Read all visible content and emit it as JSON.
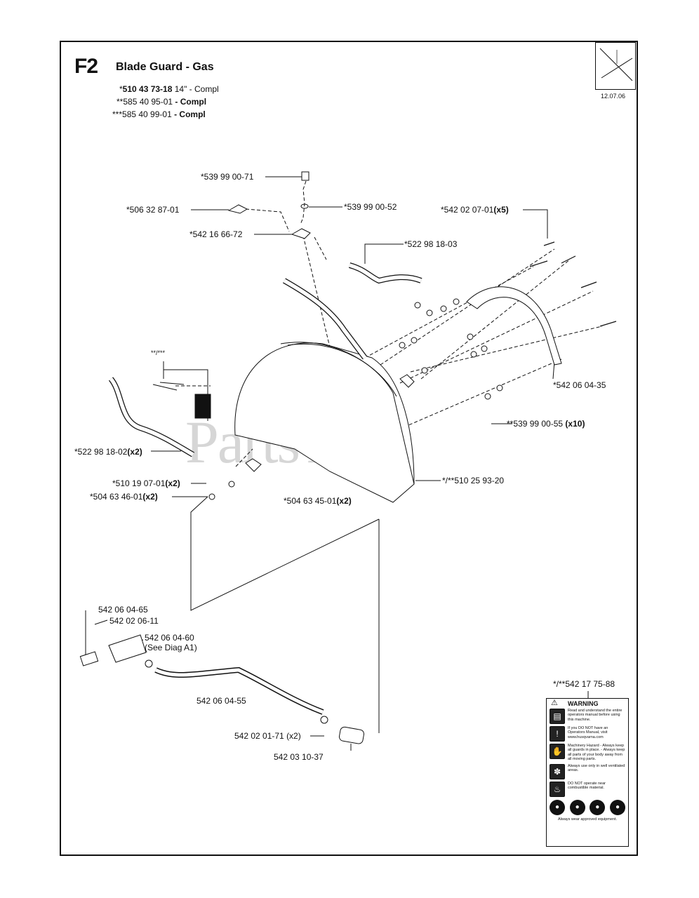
{
  "header": {
    "figure_code": "F2",
    "title": "Blade Guard - Gas",
    "date": "12.07.06",
    "kits": [
      {
        "prefix": "*",
        "number": "510 43 73-18",
        "suffix": " 14\" - Compl"
      },
      {
        "prefix": "**",
        "number": "585 40 95-01",
        "suffix": " - Compl"
      },
      {
        "prefix": "***",
        "number": "585 40 99-01",
        "suffix": " - Compl"
      }
    ]
  },
  "watermark": "PartsTree",
  "callouts": {
    "p539990071": "*539 99 00-71",
    "p506328701": "*506 32 87-01",
    "p539990052": "*539 99 00-52",
    "p542020701": "*542 02 07-01",
    "p542020701_qty": "(x5)",
    "p542166672": "*542 16 66-72",
    "p522981803": "*522 98 18-03",
    "stars_top": "**/***",
    "p542060435": "*542 06 04-35",
    "p539990055": "**539 99 00-55",
    "p539990055_qty": "(x10)",
    "p522981802": "*522 98 18-02",
    "p522981802_qty": "(x2)",
    "p510190701": "*510 19 07-01",
    "p510190701_qty": "(x2)",
    "p504634601": "*504 63 46-01",
    "p504634601_qty": "(x2)",
    "p510259320": "*/**510 25 93-20",
    "p504634501": "*504 63 45-01",
    "p504634501_qty": "(x2)",
    "p542060465": "542 06 04-65",
    "p542020611": "542 02 06-11",
    "p542060460": "542 06 04-60",
    "p542060460_note": "(See Diag A1)",
    "p542060455": "542 06 04-55",
    "p542020171": "542 02 01-71 (x2)",
    "p542031037": "542 03 10-37",
    "p542177588": "*/**542 17 75-88"
  },
  "warning_label": {
    "heading": "WARNING",
    "rows": [
      "Read and understand the entire operators manual before using this machine.",
      "If you DO NOT have an Operators Manual, visit www.husqvarna.com",
      "Machinery Hazard - Always keep all guards in place. - Always keep all parts of your body away from all moving parts.",
      "Always use only in well ventilated areas.",
      "DO NOT operate near combustible material."
    ],
    "footer": "Always wear approved equipment."
  },
  "icons": [
    "warning-triangle-icon",
    "manual-icon",
    "hand-hazard-icon",
    "ventilation-icon",
    "fire-hazard-icon",
    "ppe-icon"
  ]
}
